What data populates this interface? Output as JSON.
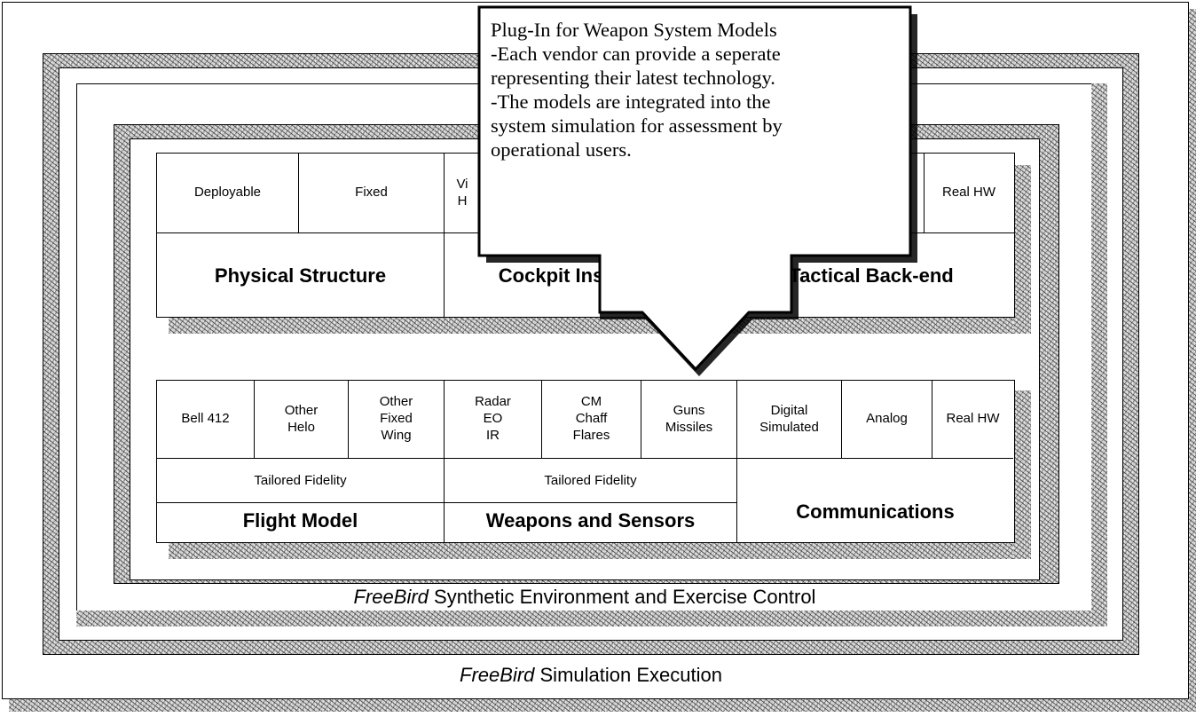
{
  "outer_caption": {
    "italic": "FreeBird",
    "rest": " Simulation Execution"
  },
  "inner_caption": {
    "italic": "FreeBird",
    "rest": " Synthetic Environment and Exercise Control"
  },
  "top_row": {
    "physical": {
      "title": "Physical Structure",
      "cells": [
        "Deployable",
        "Fixed"
      ]
    },
    "cockpit": {
      "title": "Cockpit Instrument",
      "cells": [
        "Vi\nH"
      ]
    },
    "tactical": {
      "title": "Tactical Back-end",
      "cells": [
        "Real HW"
      ]
    }
  },
  "bottom_row": {
    "flight": {
      "title": "Flight Model",
      "sub": "Tailored Fidelity",
      "cells": [
        "Bell 412",
        "Other\nHelo",
        "Other\nFixed\nWing"
      ]
    },
    "weapons": {
      "title": "Weapons and Sensors",
      "sub": "Tailored Fidelity",
      "cells": [
        "Radar\nEO\nIR",
        "CM\nChaff\nFlares",
        "Guns\nMissiles"
      ]
    },
    "comms": {
      "title": "Communications",
      "cells": [
        "Digital\nSimulated",
        "Analog",
        "Real HW"
      ]
    }
  },
  "callout": {
    "lines": [
      "Plug-In for Weapon System Models",
      "-Each vendor can provide a seperate",
      "representing their latest technology.",
      "-The models are integrated into the",
      "system simulation for assessment by",
      "operational users."
    ]
  }
}
